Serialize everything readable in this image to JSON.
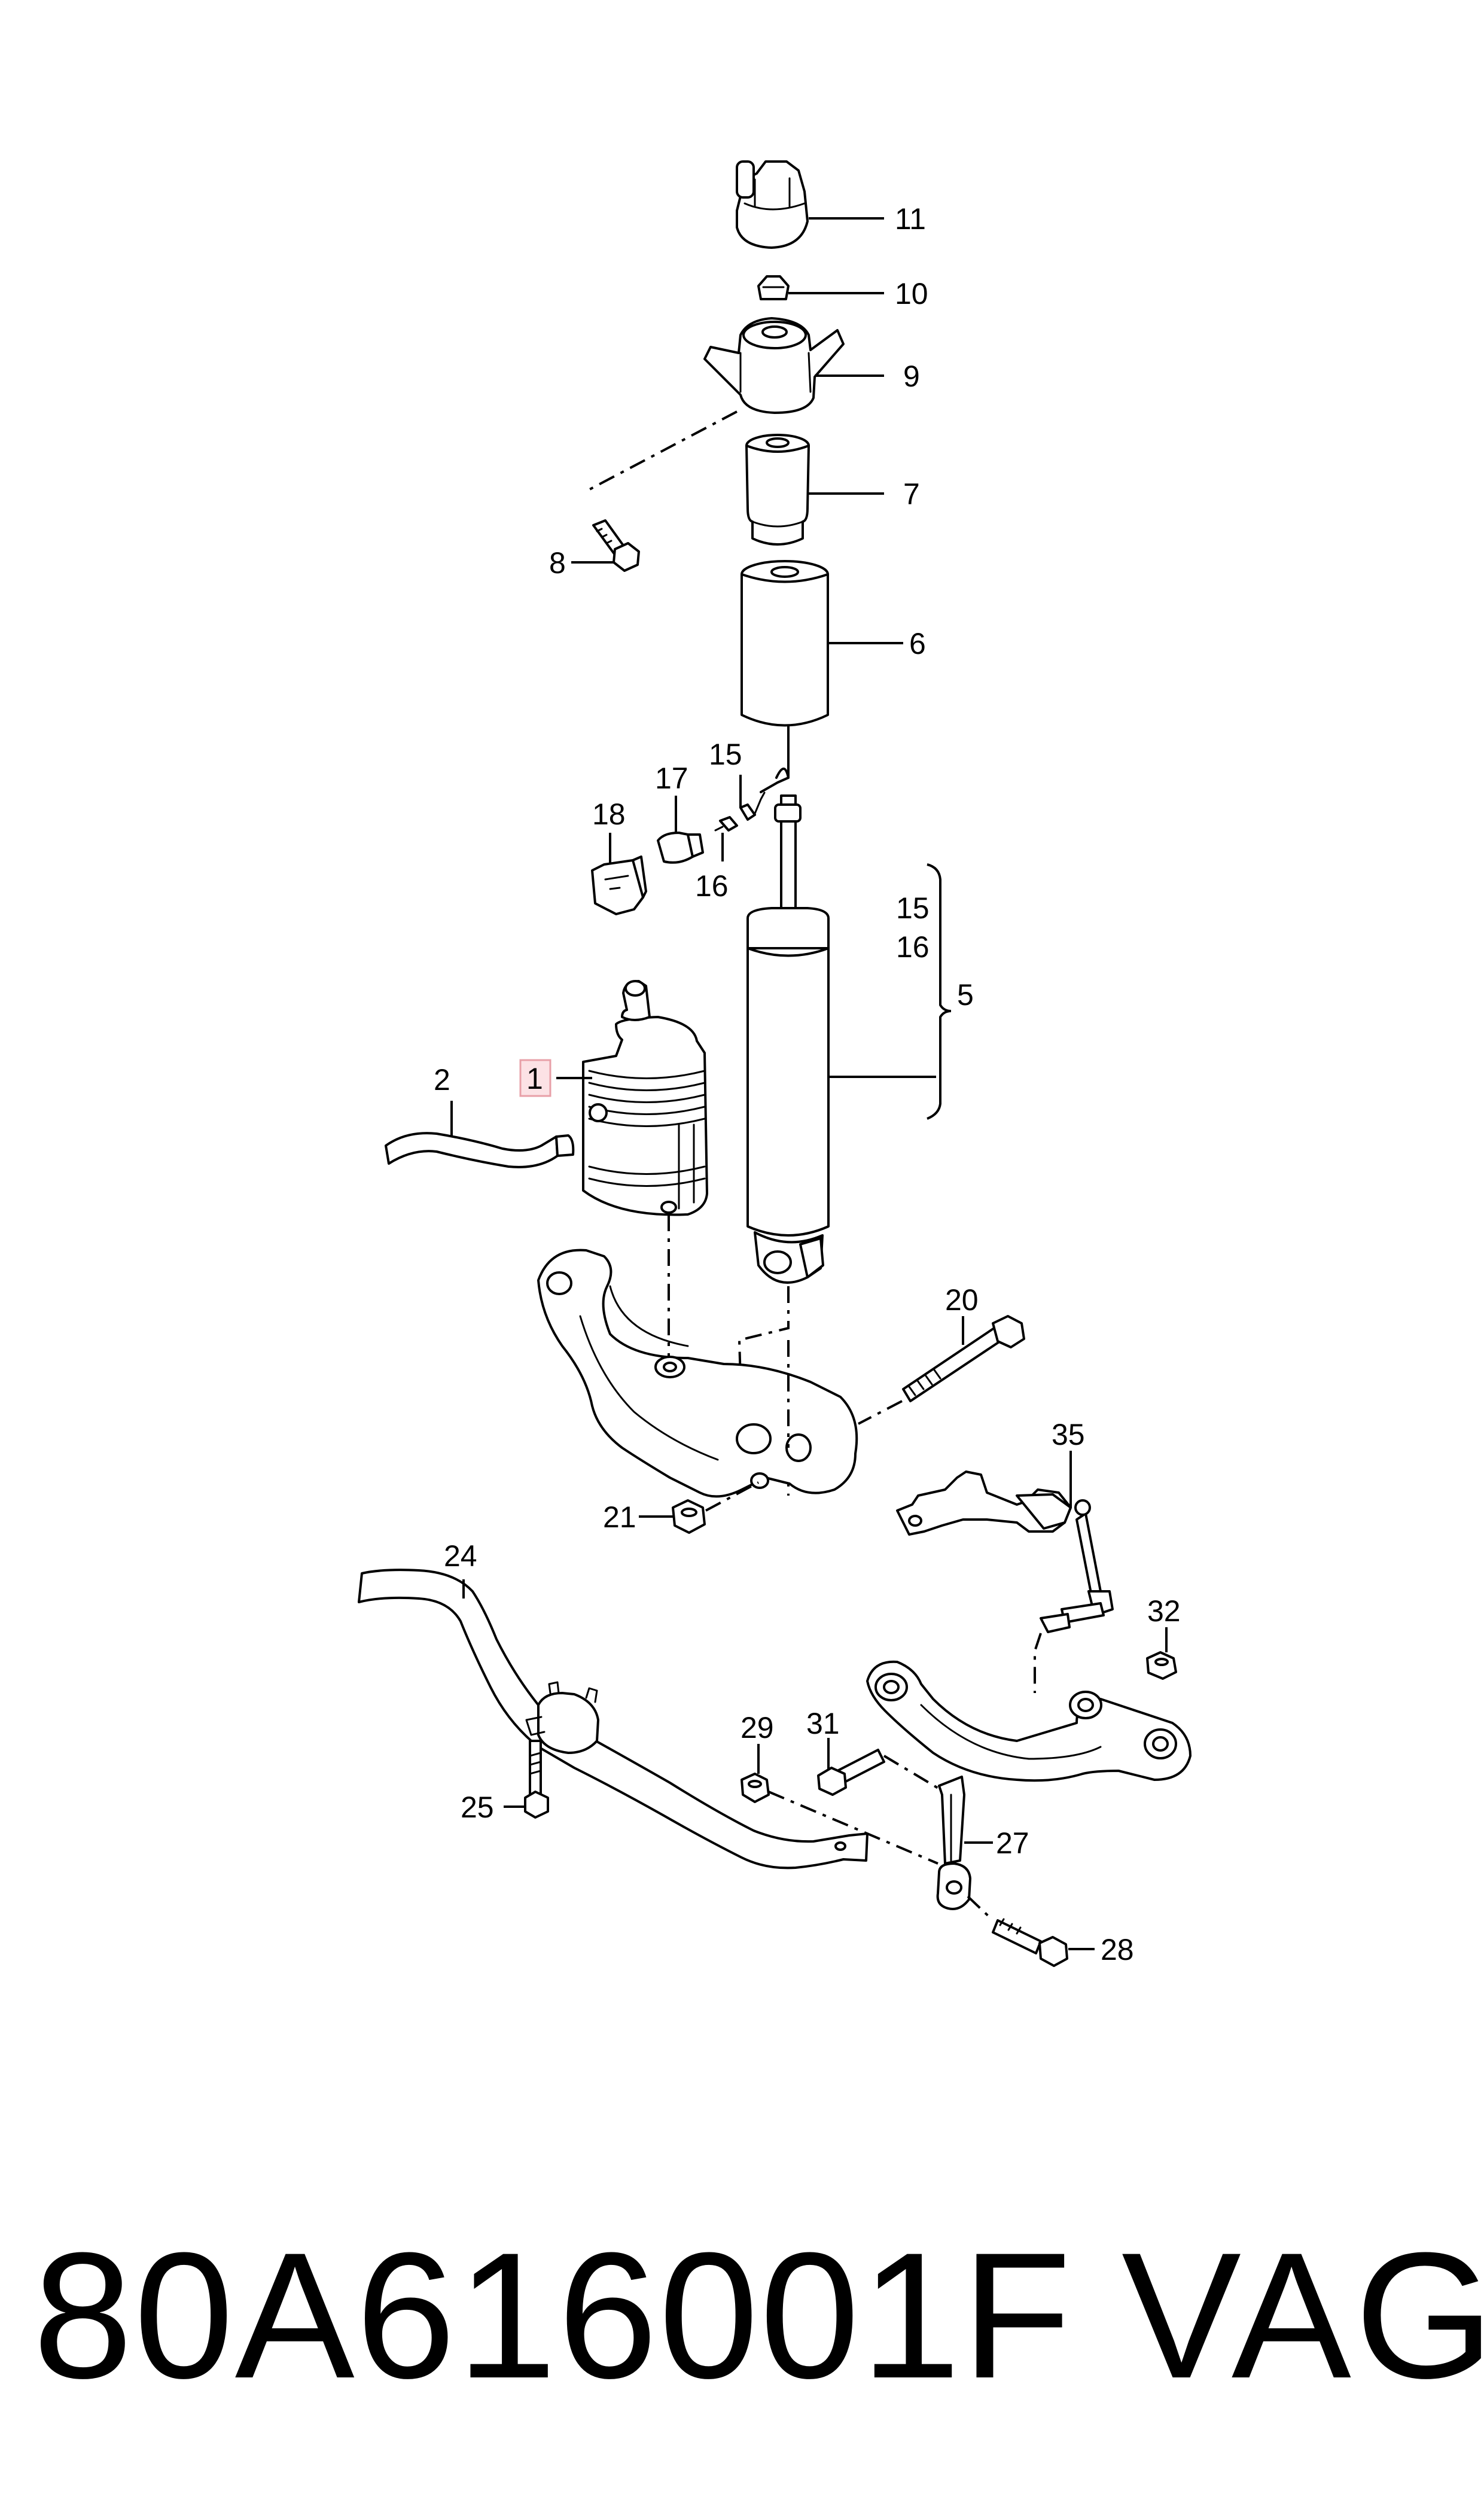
{
  "callouts": {
    "c1": "1",
    "c2": "2",
    "c5": "5",
    "c6": "6",
    "c7": "7",
    "c8": "8",
    "c9": "9",
    "c10": "10",
    "c11": "11",
    "c15a": "15",
    "c15b": "15",
    "c16a": "16",
    "c16b": "16",
    "c17": "17",
    "c18": "18",
    "c20": "20",
    "c21": "21",
    "c24": "24",
    "c25": "25",
    "c27": "27",
    "c28": "28",
    "c29": "29",
    "c31": "31",
    "c32": "32",
    "c35": "35"
  },
  "highlight_color": "#e8a0a8",
  "footer": {
    "part_number": "80A616001F",
    "brand": "VAG"
  }
}
